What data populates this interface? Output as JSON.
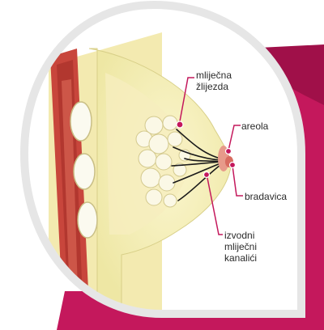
{
  "labels": {
    "gland_line1": "mliječna",
    "gland_line2": "žlijezda",
    "areola": "areola",
    "nipple": "bradavica",
    "ducts_line1": "izvodni",
    "ducts_line2": "mliječni",
    "ducts_line3": "kanalići"
  },
  "colors": {
    "magenta": "#c4185c",
    "frame": "#e6e6e6",
    "skin": "#f6efb8",
    "muscle": "#c8463c"
  }
}
